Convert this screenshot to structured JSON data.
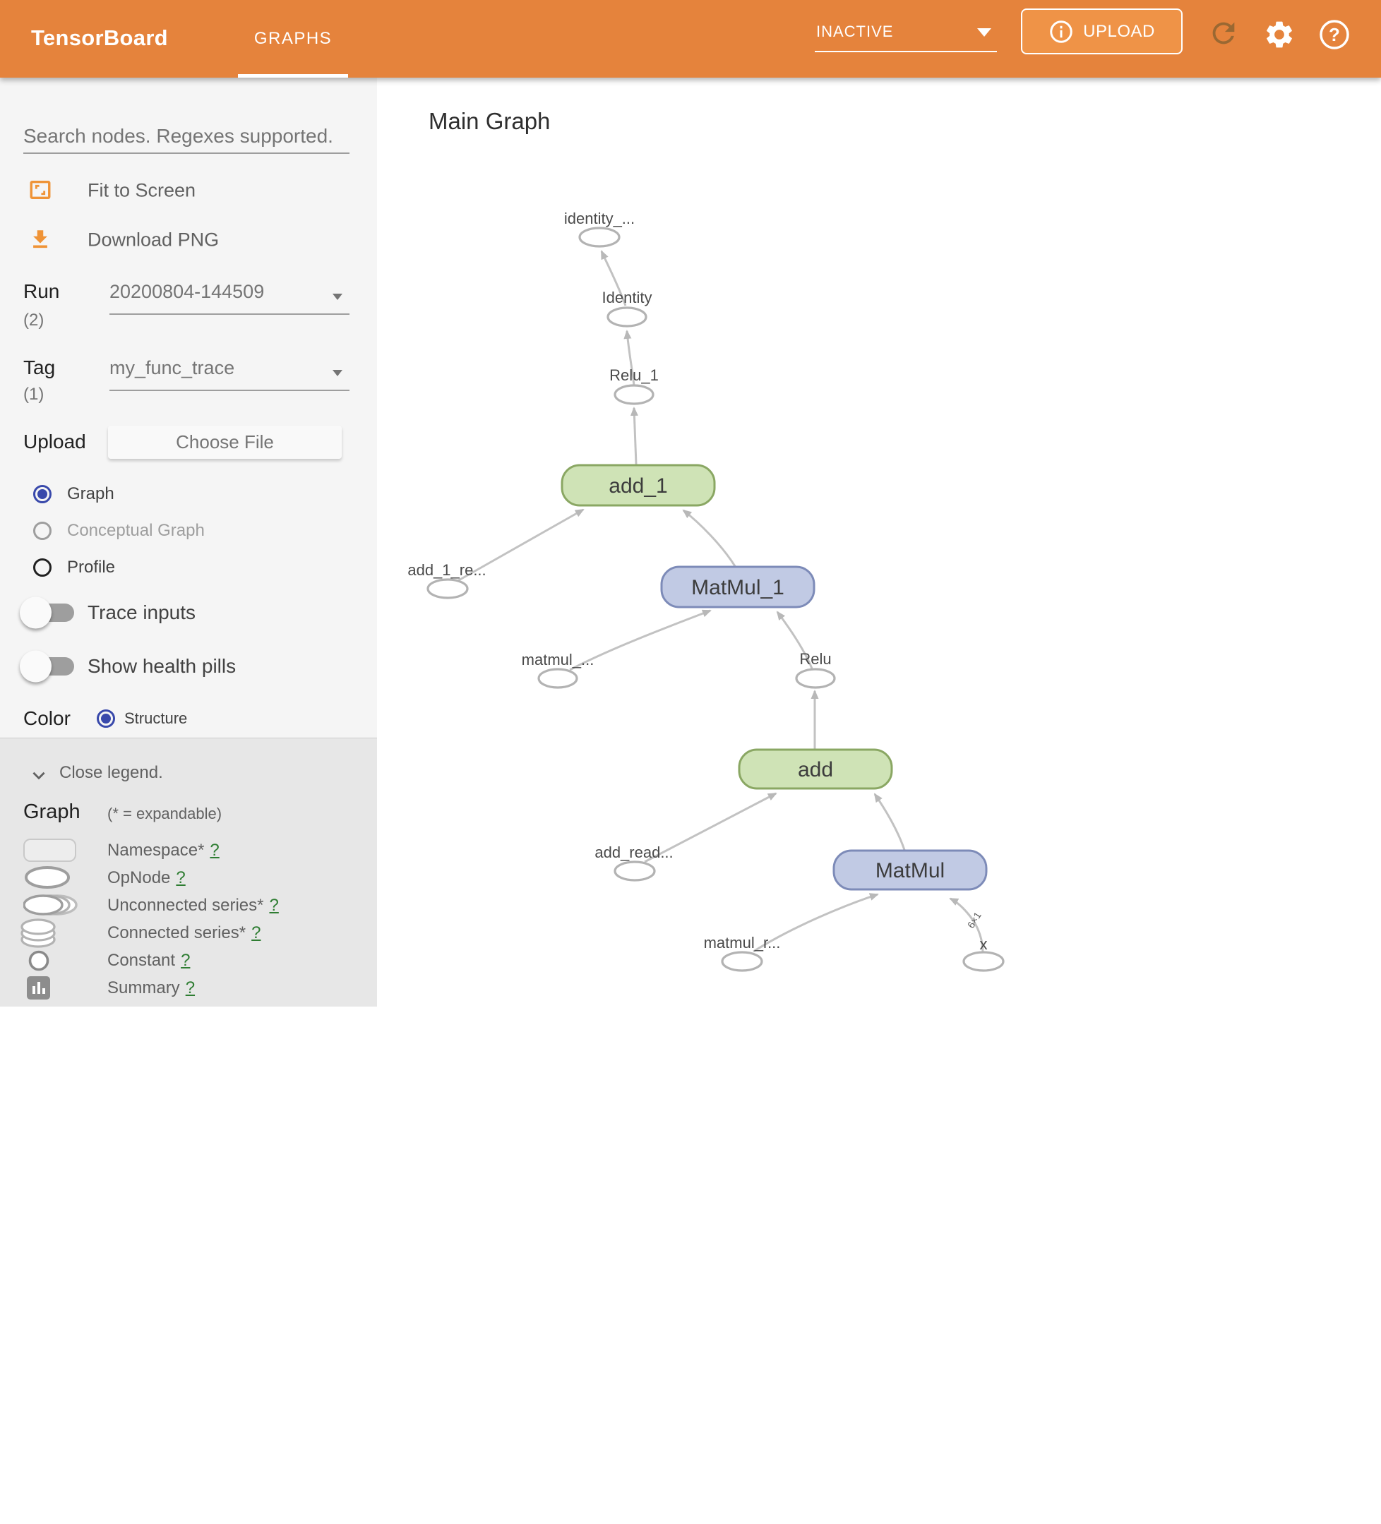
{
  "header": {
    "app_title": "TensorBoard",
    "active_tab": "GRAPHS",
    "run_selector_value": "INACTIVE",
    "upload_button_label": "UPLOAD",
    "icons": [
      "info-icon",
      "refresh-icon",
      "settings-gear-icon",
      "help-icon"
    ],
    "colors": {
      "bar": "#e5833c",
      "upload_button_bg": "#ef9347",
      "refresh_icon": "#9a6832"
    }
  },
  "sidebar": {
    "search_placeholder": "Search nodes. Regexes supported.",
    "fit_to_screen_label": "Fit to Screen",
    "download_png_label": "Download PNG",
    "run": {
      "label": "Run",
      "count": "(2)",
      "value": "20200804-144509"
    },
    "tag": {
      "label": "Tag",
      "count": "(1)",
      "value": "my_func_trace"
    },
    "upload": {
      "label": "Upload",
      "button_label": "Choose File"
    },
    "graph_type_options": [
      {
        "label": "Graph",
        "selected": true
      },
      {
        "label": "Conceptual Graph",
        "selected": false
      },
      {
        "label": "Profile",
        "selected": false
      }
    ],
    "toggles": [
      {
        "label": "Trace inputs",
        "on": false
      },
      {
        "label": "Show health pills",
        "on": false
      }
    ],
    "color_by": {
      "label": "Color",
      "option": "Structure",
      "selected": true
    },
    "legend": {
      "close_label": "Close legend.",
      "section_title": "Graph",
      "expandable_note": "(* = expandable)",
      "items": [
        {
          "label": "Namespace*",
          "help": "?",
          "icon": "namespace-swatch"
        },
        {
          "label": "OpNode",
          "help": "?",
          "icon": "opnode-ellipse-icon"
        },
        {
          "label": "Unconnected series*",
          "help": "?",
          "icon": "unconnected-series-icon"
        },
        {
          "label": "Connected series*",
          "help": "?",
          "icon": "connected-series-icon"
        },
        {
          "label": "Constant",
          "help": "?",
          "icon": "constant-circle-icon"
        },
        {
          "label": "Summary",
          "help": "?",
          "icon": "summary-icon"
        }
      ]
    },
    "accent_color": "#3949ab",
    "help_link_color": "#2e7d32"
  },
  "main": {
    "title": "Main Graph",
    "graph": {
      "nodes": {
        "identity_out": {
          "label": "identity_..."
        },
        "identity": {
          "label": "Identity"
        },
        "relu_1": {
          "label": "Relu_1"
        },
        "add_1": {
          "label": "add_1"
        },
        "add_1_read": {
          "label": "add_1_re..."
        },
        "matmul_1": {
          "label": "MatMul_1"
        },
        "matmul_read_1": {
          "label": "matmul_..."
        },
        "relu": {
          "label": "Relu"
        },
        "add": {
          "label": "add"
        },
        "add_read": {
          "label": "add_read..."
        },
        "matmul": {
          "label": "MatMul"
        },
        "matmul_read": {
          "label": "matmul_r..."
        },
        "x": {
          "label": "x"
        }
      },
      "edge_labels": {
        "x_to_matmul": "6×1"
      },
      "node_colors": {
        "op_green": "#cfe3b6",
        "op_blue": "#c1cae4"
      }
    }
  }
}
